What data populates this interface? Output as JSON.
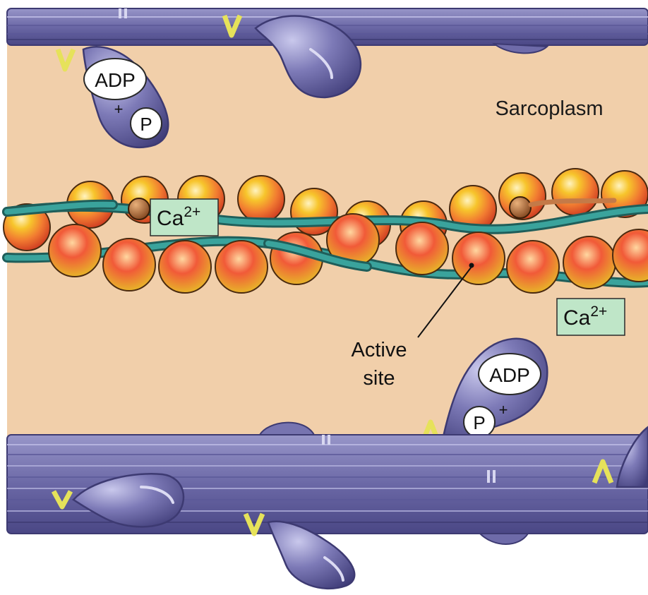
{
  "labels": {
    "sarcoplasm": "Sarcoplasm",
    "ca_ion": "Ca",
    "ca_charge": "2+",
    "ca_ion_lower": "Ca",
    "ca_charge_lower": "2+",
    "adp_top": "ADP",
    "p_top": "P",
    "plus_top": "+",
    "adp_bottom": "ADP",
    "p_bottom": "P",
    "plus_bottom": "+",
    "active_site_line1": "Active",
    "active_site_line2": "site"
  },
  "colors": {
    "sarcoplasm": "#f1cfaa",
    "myosin": "#7370ad",
    "myosin_dark": "#4b4984",
    "myosin_light": "#a09fd0",
    "tropomyosin": "#2f8f8a",
    "actin_red": "#ef4a32",
    "actin_yellow": "#f6c52c",
    "ca_box": "#bfe6c8",
    "hinge": "#e8e45a"
  },
  "icons": [
    "myosin-head-icon",
    "actin-bead-icon",
    "tropomyosin-strand-icon",
    "troponin-icon"
  ]
}
